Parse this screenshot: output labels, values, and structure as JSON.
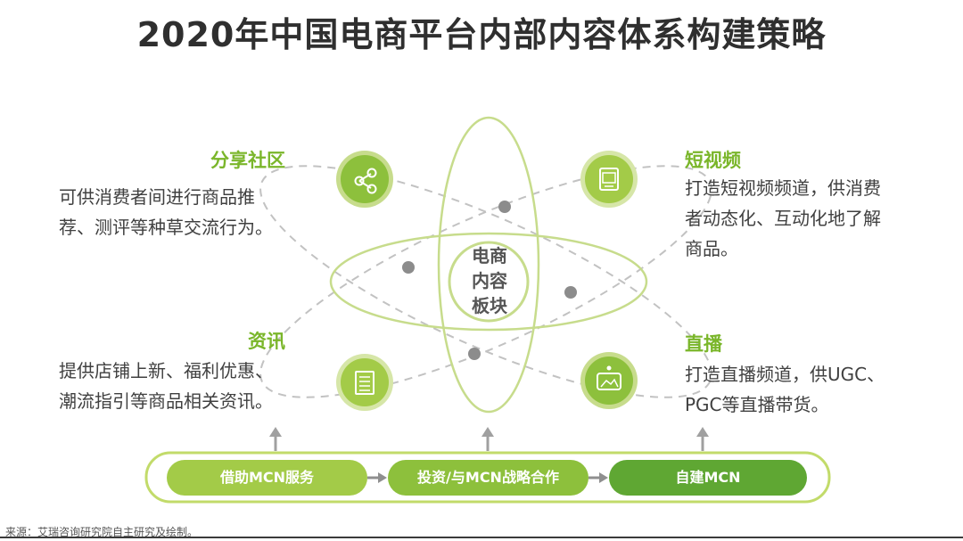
{
  "title": "2020年中国电商平台内部内容体系构建策略",
  "center": {
    "line1": "电商",
    "line2": "内容",
    "line3": "板块"
  },
  "sections": {
    "community": {
      "title": "分享社区",
      "line1": "可供消费者间进行商品推",
      "line2": "荐、测评等种草交流行为。",
      "icon": "share-icon"
    },
    "short_video": {
      "title": "短视频",
      "line1": "打造短视频频道，供消费",
      "line2": "者动态化、互动化地了解",
      "line3": "商品。",
      "icon": "video-icon"
    },
    "info": {
      "title": "资讯",
      "line1": "提供店铺上新、福利优惠、",
      "line2": "潮流指引等商品相关资讯。",
      "icon": "document-icon"
    },
    "live": {
      "title": "直播",
      "line1": "打造直播频道，供UGC、",
      "line2": "PGC等直播带货。",
      "icon": "live-stream-icon"
    }
  },
  "stages": [
    {
      "label": "借助MCN服务"
    },
    {
      "label": "投资/与MCN战略合作"
    },
    {
      "label": "自建MCN"
    }
  ],
  "source": "来源：艾瑞咨询研究院自主研究及绘制。",
  "colors": {
    "accent_green": "#7ab62a",
    "light_green": "#a3cb48",
    "dark_green": "#5fa733",
    "text_gray": "#404040"
  }
}
